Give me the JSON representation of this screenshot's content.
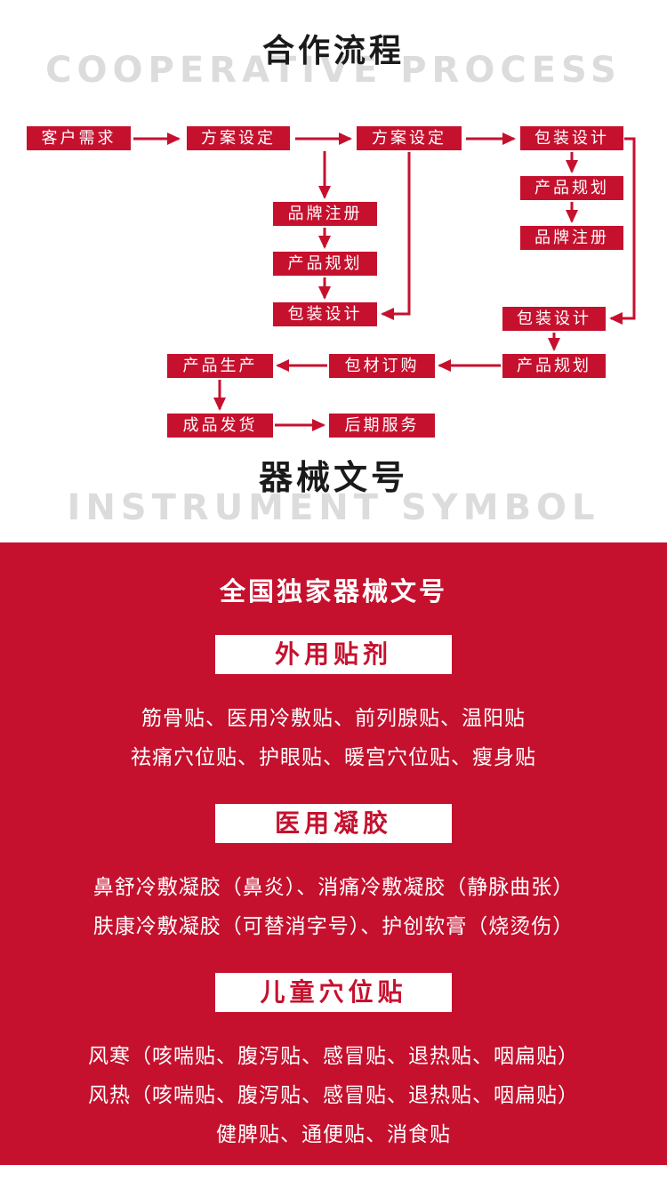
{
  "colors": {
    "red": "#c5112e",
    "watermark": "#dcdcdc",
    "ink": "#1a1a1a"
  },
  "section_flow": {
    "title": "合作流程",
    "watermark": "COOPERATIVE PROCESS",
    "nodes": {
      "n1": "客户需求",
      "n2": "方案设定",
      "n3": "方案设定",
      "n4": "包装设计",
      "n5": "产品规划",
      "n6": "品牌注册",
      "n7": "品牌注册",
      "n8": "产品规划",
      "n9": "包装设计",
      "n10": "包装设计",
      "n11": "产品规划",
      "n12": "包材订购",
      "n13": "产品生产",
      "n14": "成品发货",
      "n15": "后期服务"
    }
  },
  "section_symbol": {
    "title": "器械文号",
    "watermark": "INSTRUMENT SYMBOL",
    "heading": "全国独家器械文号",
    "groups": [
      {
        "label": "外用贴剂",
        "lines": [
          "筋骨贴、医用冷敷贴、前列腺贴、温阳贴",
          "祛痛穴位贴、护眼贴、暖宫穴位贴、瘦身贴"
        ]
      },
      {
        "label": "医用凝胶",
        "lines": [
          "鼻舒冷敷凝胶（鼻炎）、消痛冷敷凝胶（静脉曲张）",
          "肤康冷敷凝胶（可替消字号）、护创软膏（烧烫伤）"
        ]
      },
      {
        "label": "儿童穴位贴",
        "lines": [
          "风寒（咳喘贴、腹泻贴、感冒贴、退热贴、咽扁贴）",
          "风热（咳喘贴、腹泻贴、感冒贴、退热贴、咽扁贴）",
          "健脾贴、通便贴、消食贴"
        ]
      }
    ]
  }
}
